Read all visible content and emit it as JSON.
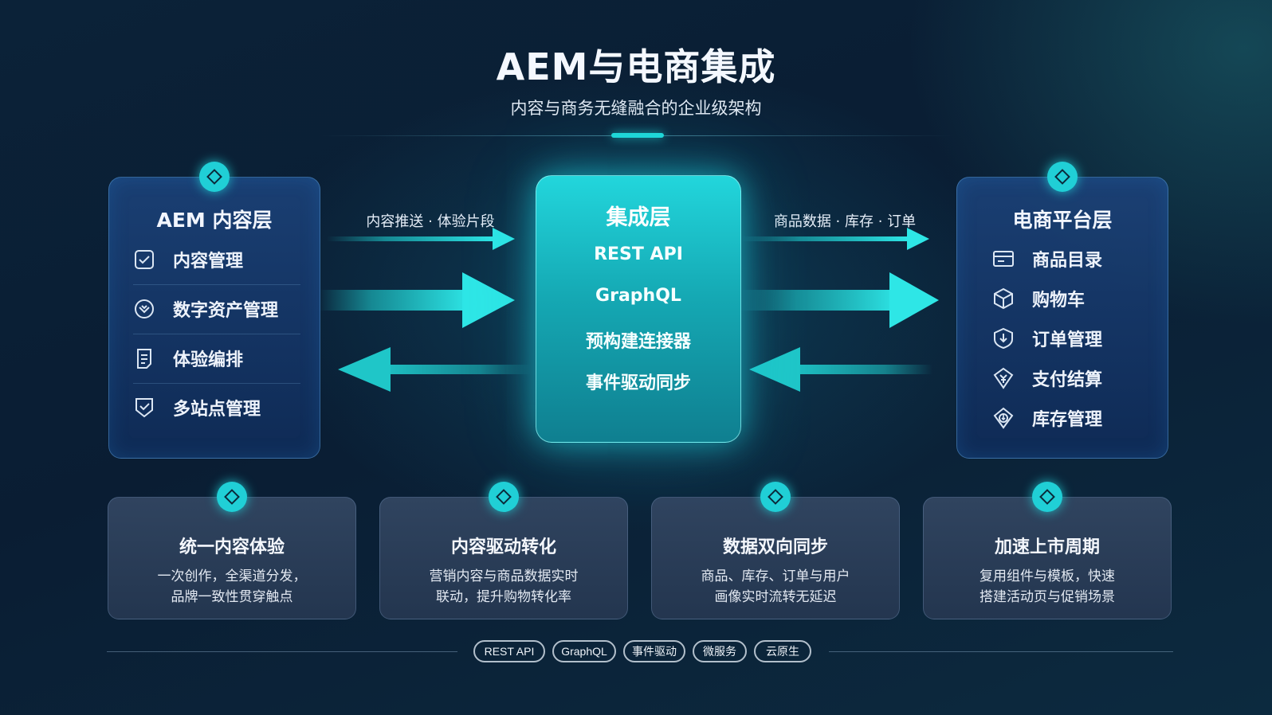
{
  "header": {
    "title": "AEM与电商集成",
    "subtitle": "内容与商务无缝融合的企业级架构"
  },
  "left_panel": {
    "title": "AEM 内容层",
    "items": [
      {
        "label": "内容管理",
        "icon": "checkbox-icon"
      },
      {
        "label": "数字资产管理",
        "icon": "asset-circle-icon"
      },
      {
        "label": "体验编排",
        "icon": "document-icon"
      },
      {
        "label": "多站点管理",
        "icon": "shield-check-icon"
      }
    ]
  },
  "center": {
    "title": "集成层",
    "items": [
      "REST API",
      "GraphQL",
      "预构建连接器",
      "事件驱动同步"
    ]
  },
  "right_panel": {
    "title": "电商平台层",
    "items": [
      {
        "label": "商品目录",
        "icon": "catalog-icon"
      },
      {
        "label": "购物车",
        "icon": "cube-icon"
      },
      {
        "label": "订单管理",
        "icon": "order-shield-icon"
      },
      {
        "label": "支付结算",
        "icon": "payment-shield-icon"
      },
      {
        "label": "库存管理",
        "icon": "inventory-shield-icon"
      }
    ]
  },
  "arrows": {
    "left_label": "内容推送 · 体验片段",
    "right_label": "商品数据 · 库存 · 订单"
  },
  "cards": [
    {
      "title": "统一内容体验",
      "desc_line1": "一次创作，全渠道分发，",
      "desc_line2": "品牌一致性贯穿触点"
    },
    {
      "title": "内容驱动转化",
      "desc_line1": "营销内容与商品数据实时",
      "desc_line2": "联动，提升购物转化率"
    },
    {
      "title": "数据双向同步",
      "desc_line1": "商品、库存、订单与用户",
      "desc_line2": "画像实时流转无延迟"
    },
    {
      "title": "加速上市周期",
      "desc_line1": "复用组件与模板，快速",
      "desc_line2": "搭建活动页与促销场景"
    }
  ],
  "footer_tags": [
    "REST API",
    "GraphQL",
    "事件驱动",
    "微服务",
    "云原生"
  ],
  "colors": {
    "accent": "#1fd8d8",
    "background": "#0a1d33",
    "panel": "#1c4278",
    "card": "#344864"
  }
}
